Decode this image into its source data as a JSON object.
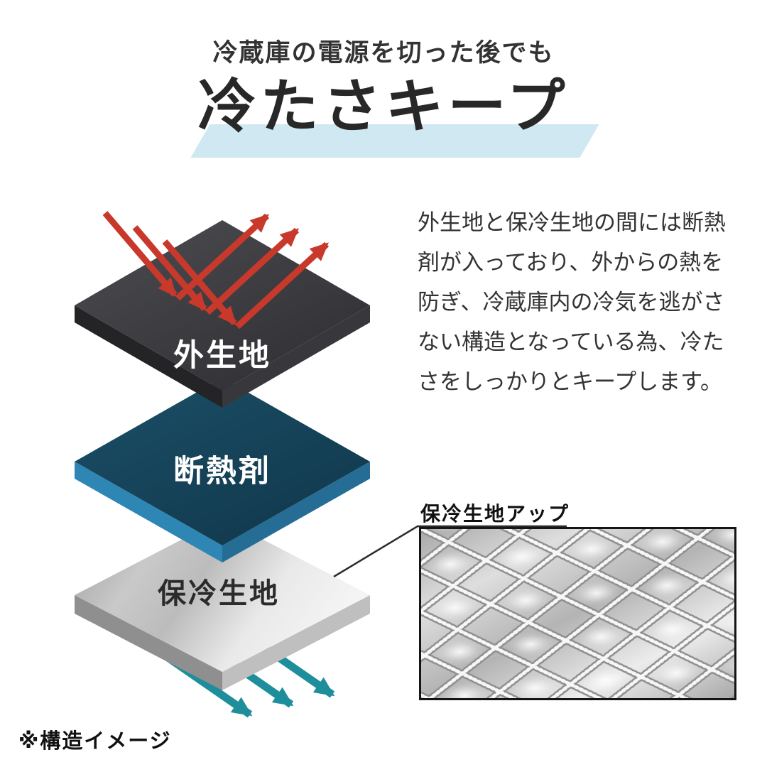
{
  "header": {
    "subtitle": "冷蔵庫の電源を切った後でも",
    "title": "冷たさキープ"
  },
  "diagram": {
    "layers": [
      {
        "id": "outer-fabric",
        "label": "外生地",
        "top_color": "#3d3d41"
      },
      {
        "id": "insulation",
        "label": "断熱剤",
        "top_color": "#16455c",
        "edge_color": "#2b7fae"
      },
      {
        "id": "cooling-fabric",
        "label": "保冷生地",
        "top_color": "#c9c9c9"
      }
    ],
    "heat_arrows": {
      "name": "heat-reflect-arrows",
      "color": "#c9392b",
      "count": 3
    },
    "cold_arrows": {
      "name": "cold-keep-arrows",
      "color": "#1e8e9a",
      "count": 3
    }
  },
  "description": {
    "text": "外生地と保冷生地の間には断熱剤が入っており、外からの熱を防ぎ、冷蔵庫内の冷気を逃がさない構造となっている為、冷たさをしっかりとキープします。"
  },
  "closeup": {
    "label": "保冷生地アップ"
  },
  "footnote": "※構造イメージ",
  "colors": {
    "background": "#ffffff",
    "highlight_band": "#cfe8f2",
    "text_dark": "#333333"
  }
}
